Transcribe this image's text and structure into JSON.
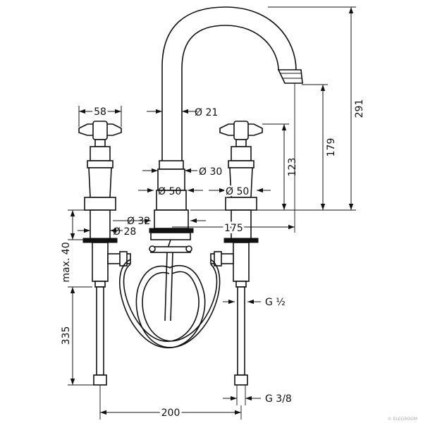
{
  "dimensions": {
    "width_58": "58",
    "dia_21": "Ø 21",
    "dia_30": "Ø 30",
    "dia_50_left": "Ø 50",
    "dia_50_right": "Ø 50",
    "dia_32": "Ø 32",
    "dia_28": "Ø 28",
    "len_175": "175",
    "h_291": "291",
    "h_179": "179",
    "h_123": "123",
    "max_40": "max. 40",
    "h_335": "335",
    "w_200": "200",
    "thread_half": "G ½",
    "thread_3_8": "G 3/8"
  },
  "watermark": "© ELEGROOM"
}
